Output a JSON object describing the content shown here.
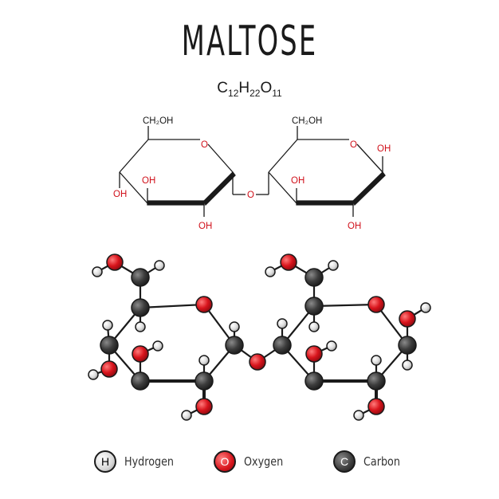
{
  "title": "MALTOSE",
  "formula": {
    "c": "C",
    "c_n": "12",
    "h": "H",
    "h_n": "22",
    "o": "O",
    "o_n": "11"
  },
  "structure_labels": {
    "ch2oh": "CH₂OH",
    "ring_o": "O",
    "bridge_o": "O",
    "oh": "OH"
  },
  "legend": [
    {
      "symbol": "H",
      "label": "Hydrogen",
      "color": "#d9d9d9"
    },
    {
      "symbol": "O",
      "label": "Oxygen",
      "color": "#e0141b"
    },
    {
      "symbol": "C",
      "label": "Carbon",
      "color": "#3d3d3d"
    }
  ],
  "colors": {
    "oxygen": "#d0101a",
    "carbon": "#3b3b3b",
    "hydrogen": "#d8d8d8",
    "bond": "#1a1a1a"
  }
}
